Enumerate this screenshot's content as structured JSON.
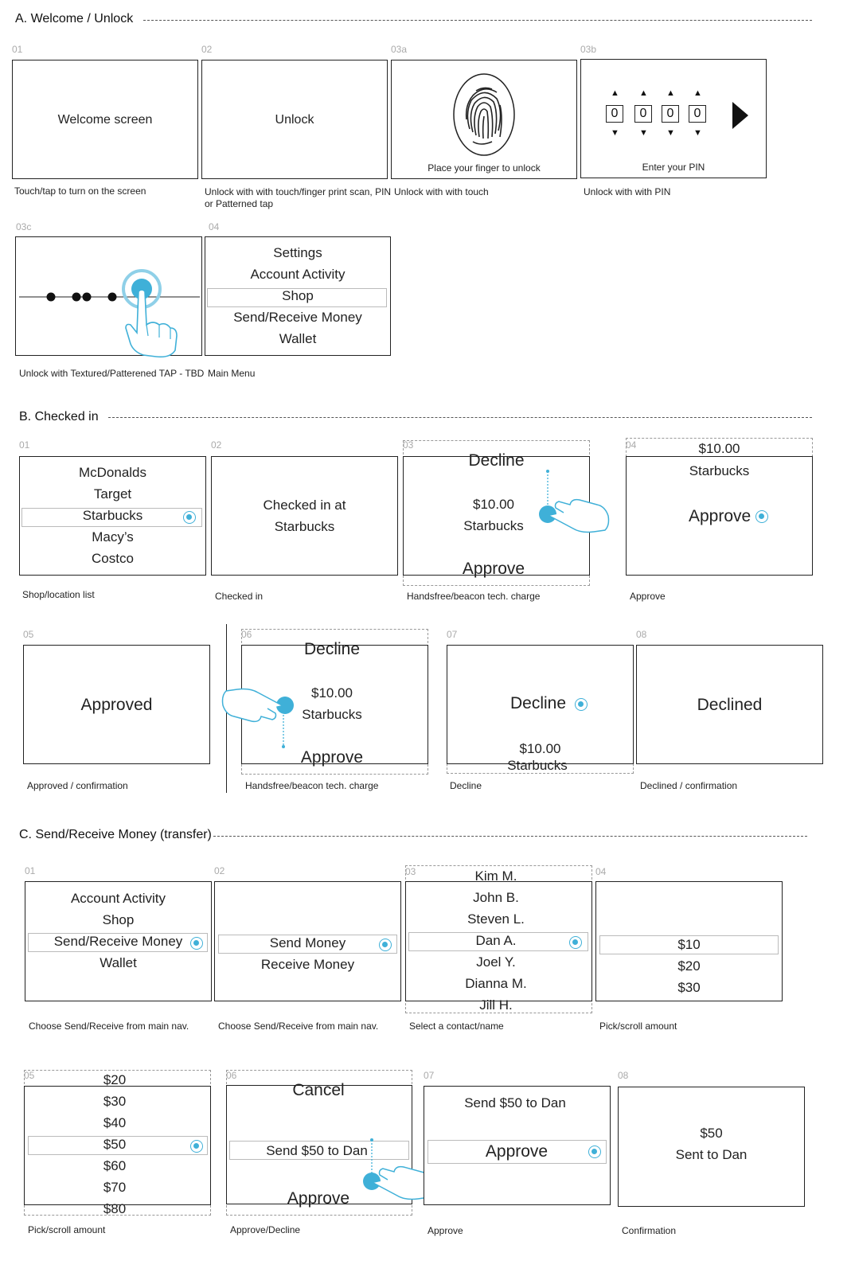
{
  "sections": {
    "a": "A. Welcome / Unlock",
    "b": "B. Checked in",
    "c": "C. Send/Receive Money (transfer)"
  },
  "a": {
    "s01": {
      "num": "01",
      "screen": "Welcome screen",
      "caption": "Touch/tap to turn on the screen"
    },
    "s02": {
      "num": "02",
      "screen": "Unlock",
      "caption": "Unlock with with touch/finger print scan, PIN",
      "caption2": "or Patterned tap"
    },
    "s03a": {
      "num": "03a",
      "screen": "Place your finger to unlock",
      "caption": "Unlock with with touch"
    },
    "s03b": {
      "num": "03b",
      "digits": [
        "0",
        "0",
        "0",
        "0"
      ],
      "screen": "Enter your PIN",
      "caption": "Unlock with with PIN"
    },
    "s03c": {
      "num": "03c",
      "caption": "Unlock with Textured/Patterened TAP - TBD"
    },
    "s04": {
      "num": "04",
      "items": [
        "Settings",
        "Account Activity",
        "Shop",
        "Send/Receive Money",
        "Wallet"
      ],
      "caption": "Main Menu"
    }
  },
  "b": {
    "s01": {
      "num": "01",
      "items": [
        "McDonalds",
        "Target",
        "Starbucks",
        "Macy’s",
        "Costco"
      ],
      "caption": "Shop/location list"
    },
    "s02": {
      "num": "02",
      "line1": "Checked in at",
      "line2": "Starbucks",
      "caption": "Checked in"
    },
    "s03": {
      "num": "03",
      "decline": "Decline",
      "amount": "$10.00",
      "store": "Starbucks",
      "approve": "Approve",
      "caption": "Handsfree/beacon tech. charge"
    },
    "s04": {
      "num": "04",
      "amount": "$10.00",
      "store": "Starbucks",
      "approve": "Approve",
      "caption": "Approve"
    },
    "s05": {
      "num": "05",
      "screen": "Approved",
      "caption": "Approved / confirmation"
    },
    "s06": {
      "num": "06",
      "decline": "Decline",
      "amount": "$10.00",
      "store": "Starbucks",
      "approve": "Approve",
      "caption": "Handsfree/beacon tech. charge"
    },
    "s07": {
      "num": "07",
      "decline": "Decline",
      "amount": "$10.00",
      "store": "Starbucks",
      "caption": "Decline"
    },
    "s08": {
      "num": "08",
      "screen": "Declined",
      "caption": "Declined / confirmation"
    }
  },
  "c": {
    "s01": {
      "num": "01",
      "items": [
        "Account Activity",
        "Shop",
        "Send/Receive Money",
        "Wallet"
      ],
      "caption": "Choose Send/Receive from main nav."
    },
    "s02": {
      "num": "02",
      "items": [
        "Send Money",
        "Receive Money"
      ],
      "caption": "Choose Send/Receive from main nav."
    },
    "s03": {
      "num": "03",
      "items": [
        "Kim M.",
        "John B.",
        "Steven L.",
        "Dan A.",
        "Joel Y.",
        "Dianna M.",
        "Jill H."
      ],
      "caption": "Select a contact/name"
    },
    "s04": {
      "num": "04",
      "items": [
        "$10",
        "$20",
        "$30"
      ],
      "caption": "Pick/scroll amount"
    },
    "s05": {
      "num": "05",
      "items": [
        "$20",
        "$30",
        "$40",
        "$50",
        "$60",
        "$70",
        "$80"
      ],
      "caption": "Pick/scroll amount"
    },
    "s06": {
      "num": "06",
      "cancel": "Cancel",
      "send": "Send $50 to Dan",
      "approve": "Approve",
      "caption": "Approve/Decline"
    },
    "s07": {
      "num": "07",
      "send": "Send $50 to Dan",
      "approve": "Approve",
      "caption": "Approve"
    },
    "s08": {
      "num": "08",
      "amount": "$50",
      "sent": "Sent to Dan",
      "caption": "Confirmation"
    }
  },
  "colors": {
    "accent": "#3fb0d8",
    "line": "#222222"
  }
}
